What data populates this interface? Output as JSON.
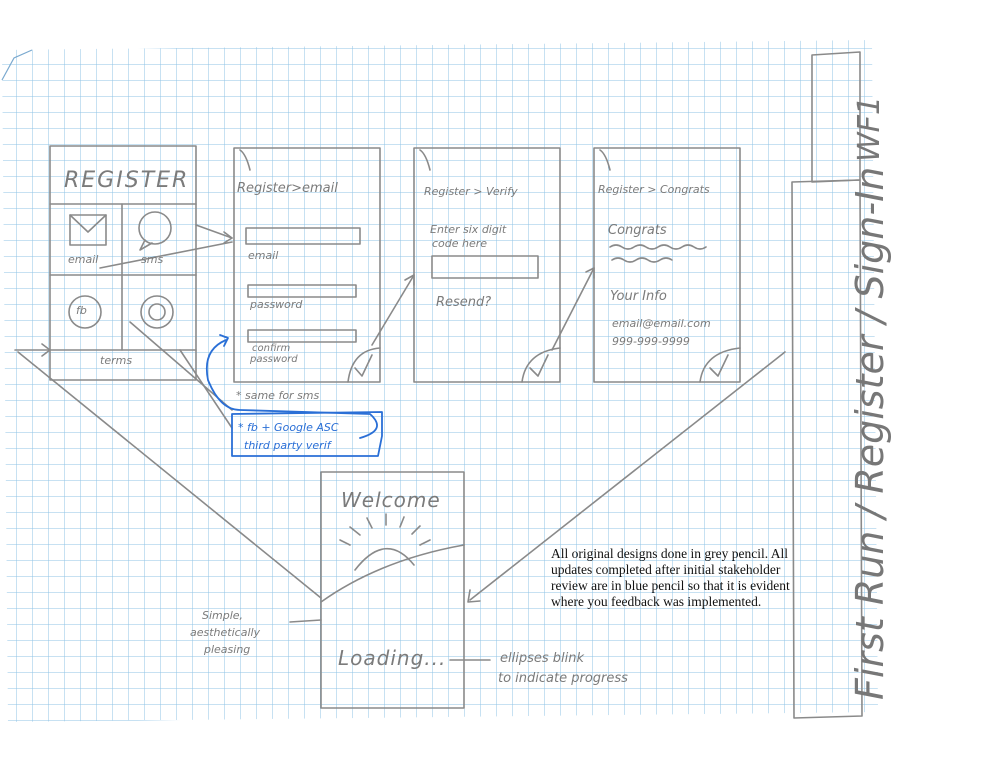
{
  "sheet": {
    "side_title": "First Run / Register / Sign-In",
    "side_tag": "WF1",
    "note": "All original designs done in grey pencil. All updates completed after initial stakeholder review are in blue pencil so that it is evident where you feedback was implemented."
  },
  "screen_register": {
    "title": "REGISTER",
    "email_label": "email",
    "sms_label": "sms",
    "fb_label": "fb",
    "terms": "terms"
  },
  "screen_email": {
    "title": "Register>email",
    "field1": "email",
    "field2": "password",
    "field3_line1": "confirm",
    "field3_line2": "password",
    "note_sms": "* same for sms",
    "note_fb_line1": "* fb + Google ASC",
    "note_fb_line2": "third party verif"
  },
  "screen_verify": {
    "title": "Register > Verify",
    "instruction_line1": "Enter six digit",
    "instruction_line2": "code here",
    "resend": "Resend?"
  },
  "screen_congrats": {
    "title": "Register > Congrats",
    "heading": "Congrats",
    "info": "Your Info",
    "email": "email@email.com",
    "phone": "999-999-9999"
  },
  "screen_welcome": {
    "title": "Welcome",
    "loading": "Loading...",
    "note_left_1": "Simple,",
    "note_left_2": "aesthetically",
    "note_left_3": "pleasing",
    "note_right_1": "ellipses blink",
    "note_right_2": "to indicate progress"
  }
}
